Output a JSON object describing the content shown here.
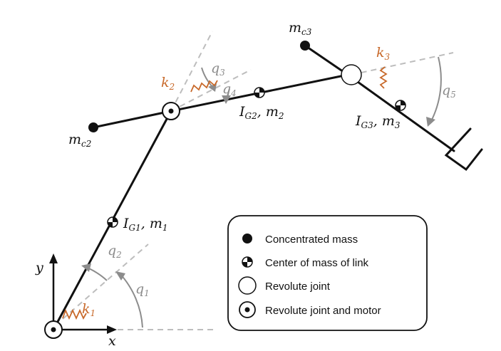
{
  "colors": {
    "link": "#111111",
    "spring": "#c8692a",
    "spring_label": "#c8692a",
    "angle": "#8c8c8c",
    "angle_label": "#8c8c8c",
    "reference": "#bdbdbd"
  },
  "labels": {
    "axis_x": "x",
    "axis_y": "y",
    "k1": {
      "main": "k",
      "sub": "1"
    },
    "k2": {
      "main": "k",
      "sub": "2"
    },
    "k3": {
      "main": "k",
      "sub": "3"
    },
    "q1": {
      "main": "q",
      "sub": "1"
    },
    "q2": {
      "main": "q",
      "sub": "2"
    },
    "q3": {
      "main": "q",
      "sub": "3"
    },
    "q4": {
      "main": "q",
      "sub": "4"
    },
    "q5": {
      "main": "q",
      "sub": "5"
    },
    "mc2": {
      "main": "m",
      "sub": "c2"
    },
    "mc3": {
      "main": "m",
      "sub": "c3"
    },
    "ig1": {
      "i": "I",
      "isub": "G1",
      "sep": ", ",
      "m": "m",
      "msub": "1"
    },
    "ig2": {
      "i": "I",
      "isub": "G2",
      "sep": ", ",
      "m": "m",
      "msub": "2"
    },
    "ig3": {
      "i": "I",
      "isub": "G3",
      "sep": ", ",
      "m": "m",
      "msub": "3"
    }
  },
  "legend": {
    "items": [
      {
        "icon": "filled-dot-icon",
        "label": "Concentrated mass"
      },
      {
        "icon": "com-symbol-icon",
        "label": "Center of mass of link"
      },
      {
        "icon": "open-circle-icon",
        "label": "Revolute joint"
      },
      {
        "icon": "joint-motor-icon",
        "label": "Revolute joint and motor"
      }
    ]
  }
}
